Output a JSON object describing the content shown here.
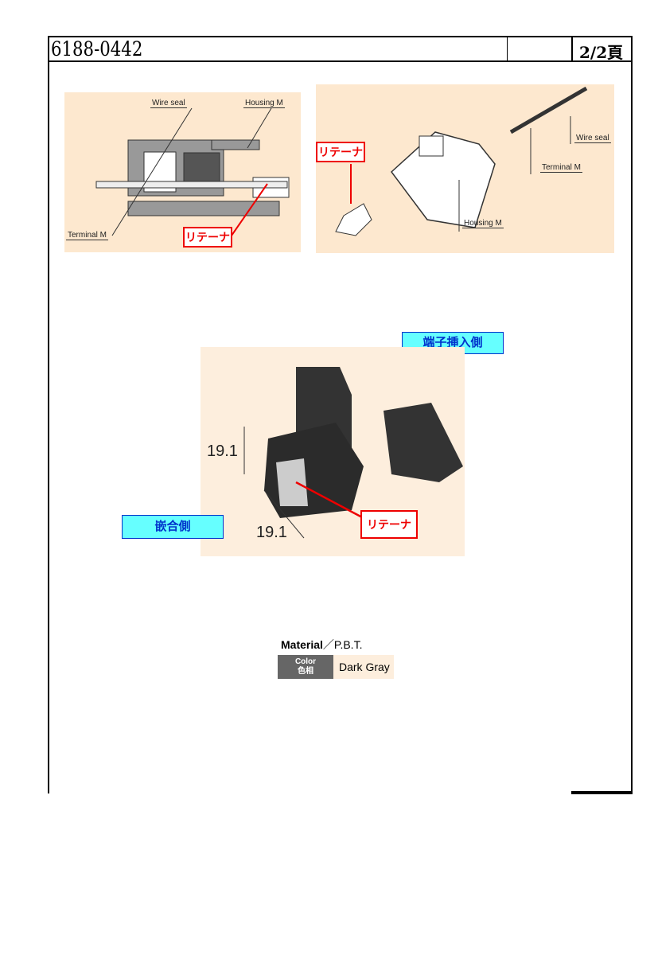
{
  "header": {
    "doc_number": "6188-0442",
    "page": "2/2頁"
  },
  "figure1": {
    "wire_seal": "Wire seal",
    "housing": "Housing M",
    "terminal": "Terminal M",
    "retainer": "リテーナ"
  },
  "figure2": {
    "retainer": "リテーナ",
    "wire_seal": "Wire seal",
    "terminal": "Terminal M",
    "housing": "Housing M"
  },
  "figure3": {
    "terminal_side": "端子挿入側",
    "mating_side": "嵌合側",
    "retainer": "リテーナ",
    "dim_height": "19.1",
    "dim_width": "19.1"
  },
  "material": {
    "label": "Material",
    "value": "／P.B.T.",
    "color_label_en": "Color",
    "color_label_jp": "色相",
    "color_value": "Dark Gray"
  }
}
